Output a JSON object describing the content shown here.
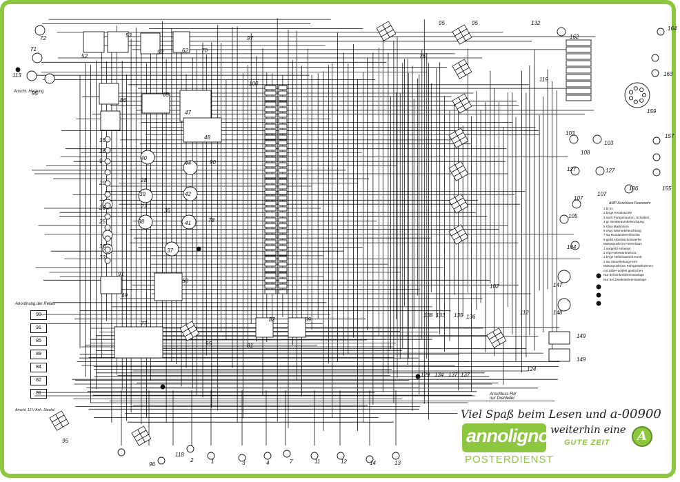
{
  "relay_legend": {
    "title": "Anordnung der Relais",
    "items": [
      "90",
      "91",
      "85",
      "89",
      "84",
      "82",
      "81"
    ]
  },
  "promo": {
    "line1_text": "Viel Spaß beim Lesen und",
    "line1_code": "a-00900",
    "line2": "weiterhin eine",
    "line3": "GUTE ZEIT",
    "logo": "annoligno",
    "logo_sub": "POSTERDIENST",
    "emblem": "A"
  },
  "notes": {
    "heater": "Anschl. Heizung",
    "fw": "Anschluss FW\nnur Drehleiter",
    "trailer": "Anschl. 12 V Anh.-Steckd.",
    "amp": "AMP-Anschluss Feuerwehr"
  },
  "amp_legend": [
    "1  bl  61",
    "2  br/ge  Kennleuchte",
    "3  sw/rt  Pumpenautom. Schaltanl.",
    "4  gr  Geräteraumbeleuchtung",
    "5  rt/sw  Martinhorn",
    "6  rt/ws  Wärmebeleuchtung",
    "7  sw  Rundumkennleuchte",
    "8  ge/bl  Arbeitsscheinwerfer",
    "Massepunkt im Fahrerhaus",
    "1  sw/ge/bl  Anlasser",
    "2  rt/gr  Nebenantrieb DL",
    "1  br/ge  Nebenantrieb-Kontr.",
    "2  sw  Steuerleitung Horn",
    "Massepunkt am Fahrgestellrahmen",
    "mit Silber-Leitfett gestrichen",
    "Nur bei Einkreisbremsanlage",
    "Nur bei Zweikreisbremsanlage"
  ],
  "components": [
    {
      "id": "72",
      "label": "72"
    },
    {
      "id": "71",
      "label": "71"
    },
    {
      "id": "113",
      "label": "113"
    },
    {
      "id": "95a",
      "label": "95"
    },
    {
      "id": "52",
      "label": "52"
    },
    {
      "id": "53",
      "label": "53"
    },
    {
      "id": "99",
      "label": "99"
    },
    {
      "id": "62",
      "label": "62"
    },
    {
      "id": "70",
      "label": "70"
    },
    {
      "id": "97",
      "label": "97"
    },
    {
      "id": "65",
      "label": "65"
    },
    {
      "id": "86",
      "label": "86"
    },
    {
      "id": "47",
      "label": "47"
    },
    {
      "id": "48",
      "label": "48"
    },
    {
      "id": "100",
      "label": "100"
    },
    {
      "id": "15",
      "label": "15"
    },
    {
      "id": "16",
      "label": "16"
    },
    {
      "id": "9",
      "label": "9"
    },
    {
      "id": "40",
      "label": "40"
    },
    {
      "id": "44",
      "label": "44"
    },
    {
      "id": "90",
      "label": "90"
    },
    {
      "id": "28",
      "label": "28"
    },
    {
      "id": "42",
      "label": "42"
    },
    {
      "id": "39",
      "label": "39"
    },
    {
      "id": "27",
      "label": "27"
    },
    {
      "id": "36",
      "label": "36"
    },
    {
      "id": "38",
      "label": "38"
    },
    {
      "id": "41",
      "label": "41"
    },
    {
      "id": "26",
      "label": "26"
    },
    {
      "id": "20",
      "label": "20"
    },
    {
      "id": "25",
      "label": "25"
    },
    {
      "id": "30",
      "label": "30"
    },
    {
      "id": "33",
      "label": "33"
    },
    {
      "id": "37",
      "label": "37"
    },
    {
      "id": "91",
      "label": "91"
    },
    {
      "id": "50",
      "label": "50"
    },
    {
      "id": "49",
      "label": "49"
    },
    {
      "id": "77",
      "label": "77"
    },
    {
      "id": "95b",
      "label": "95"
    },
    {
      "id": "82",
      "label": "82"
    },
    {
      "id": "89",
      "label": "89"
    },
    {
      "id": "81",
      "label": "81"
    },
    {
      "id": "95c",
      "label": "95"
    },
    {
      "id": "76",
      "label": "76"
    },
    {
      "id": "132",
      "label": "132"
    },
    {
      "id": "162",
      "label": "162"
    },
    {
      "id": "164",
      "label": "164"
    },
    {
      "id": "163",
      "label": "163"
    },
    {
      "id": "159",
      "label": "159"
    },
    {
      "id": "119",
      "label": "119"
    },
    {
      "id": "103a",
      "label": "103"
    },
    {
      "id": "103b",
      "label": "103"
    },
    {
      "id": "108",
      "label": "108"
    },
    {
      "id": "157",
      "label": "157"
    },
    {
      "id": "127a",
      "label": "127"
    },
    {
      "id": "127b",
      "label": "127"
    },
    {
      "id": "106",
      "label": "106"
    },
    {
      "id": "155",
      "label": "155"
    },
    {
      "id": "107a",
      "label": "107"
    },
    {
      "id": "107b",
      "label": "107"
    },
    {
      "id": "105",
      "label": "105"
    },
    {
      "id": "104",
      "label": "104"
    },
    {
      "id": "147",
      "label": "147"
    },
    {
      "id": "102",
      "label": "102"
    },
    {
      "id": "112",
      "label": "112"
    },
    {
      "id": "148",
      "label": "148"
    },
    {
      "id": "138",
      "label": "138"
    },
    {
      "id": "133",
      "label": "133"
    },
    {
      "id": "135",
      "label": "135"
    },
    {
      "id": "136",
      "label": "136"
    },
    {
      "id": "149a",
      "label": "149"
    },
    {
      "id": "149b",
      "label": "149"
    },
    {
      "id": "129",
      "label": "129"
    },
    {
      "id": "134",
      "label": "134"
    },
    {
      "id": "137a",
      "label": "137"
    },
    {
      "id": "137b",
      "label": "137"
    },
    {
      "id": "124",
      "label": "124"
    },
    {
      "id": "95d",
      "label": "95"
    },
    {
      "id": "96",
      "label": "96"
    },
    {
      "id": "118",
      "label": "118"
    },
    {
      "id": "b2",
      "label": "2"
    },
    {
      "id": "b1",
      "label": "1"
    },
    {
      "id": "b3",
      "label": "3"
    },
    {
      "id": "b4",
      "label": "4"
    },
    {
      "id": "b7",
      "label": "7"
    },
    {
      "id": "b11",
      "label": "11"
    },
    {
      "id": "b12",
      "label": "12"
    },
    {
      "id": "b14",
      "label": "14"
    },
    {
      "id": "b13",
      "label": "13"
    },
    {
      "id": "78",
      "label": "78"
    },
    {
      "id": "95e",
      "label": "95"
    }
  ]
}
